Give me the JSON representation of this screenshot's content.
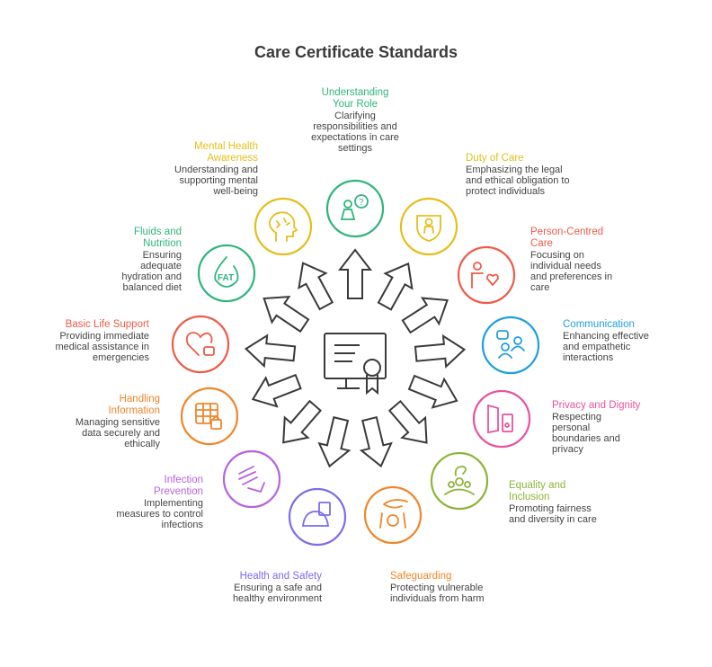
{
  "title": "Care Certificate Standards",
  "standards": [
    {
      "title": "Understanding Your Role",
      "description": "Clarifying responsibilities and expectations in care settings",
      "color": "#2fb57c",
      "icon": "person-question-icon"
    },
    {
      "title": "Duty of Care",
      "description": "Emphasizing the legal and ethical obligation to protect individuals",
      "color": "#e4bf1c",
      "icon": "shield-person-icon"
    },
    {
      "title": "Person-Centred Care",
      "description": "Focusing on individual needs and preferences in care",
      "color": "#ef5a48",
      "icon": "person-heart-icon"
    },
    {
      "title": "Communication",
      "description": "Enhancing effective and empathetic interactions",
      "color": "#1e9fe0",
      "icon": "people-chat-icon"
    },
    {
      "title": "Privacy and Dignity",
      "description": "Respecting personal boundaries and privacy",
      "color": "#e8539f",
      "icon": "door-lock-icon"
    },
    {
      "title": "Equality and Inclusion",
      "description": "Promoting fairness and diversity in care",
      "color": "#8db43a",
      "icon": "group-icon"
    },
    {
      "title": "Safeguarding",
      "description": "Protecting vulnerable individuals from harm",
      "color": "#f0862a",
      "icon": "hand-child-icon"
    },
    {
      "title": "Health and Safety",
      "description": "Ensuring a safe and healthy environment",
      "color": "#7b6cf0",
      "icon": "hardhat-clipboard-icon"
    },
    {
      "title": "Infection Prevention",
      "description": "Implementing measures to control infections",
      "color": "#b862de",
      "icon": "handwash-icon"
    },
    {
      "title": "Handling Information",
      "description": "Managing sensitive data securely and ethically",
      "color": "#f0862a",
      "icon": "table-lock-icon"
    },
    {
      "title": "Basic Life Support",
      "description": "Providing immediate medical assistance in emergencies",
      "color": "#ef5a48",
      "icon": "heart-monitor-icon"
    },
    {
      "title": "Fluids and Nutrition",
      "description": "Ensuring adequate hydration and balanced diet",
      "color": "#2fb57c",
      "icon": "fat-drop-icon"
    },
    {
      "title": "Mental Health Awareness",
      "description": "Understanding and supporting mental well-being",
      "color": "#e4bf1c",
      "icon": "head-brain-icon"
    }
  ],
  "center_icon": "certificate-monitor-icon",
  "arrow_color": "#3a3a3a"
}
